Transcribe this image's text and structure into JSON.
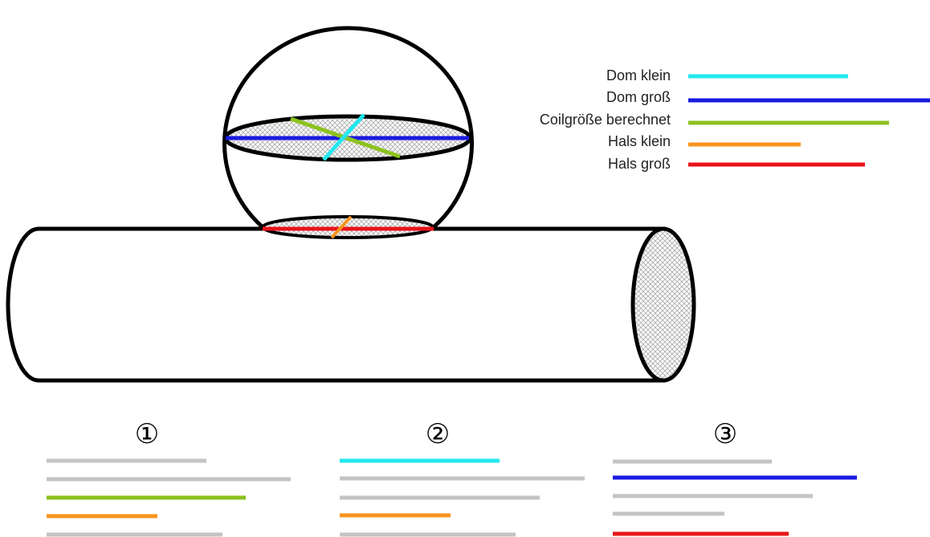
{
  "colors": {
    "dom_klein": "#22e8ef",
    "dom_gross": "#1a1ae0",
    "coil": "#8dc21f",
    "hals_klein": "#f7941d",
    "hals_gross": "#e8141a",
    "inactive": "#c4c4c4",
    "outline": "#000000",
    "hatch": "#d6d6d6"
  },
  "legend": [
    {
      "label": "Dom klein",
      "color_key": "dom_klein",
      "relative_length": 0.6
    },
    {
      "label": "Dom groß",
      "color_key": "dom_gross",
      "relative_length": 1.0
    },
    {
      "label": "Coilgröße berechnet",
      "color_key": "coil",
      "relative_length": 0.85
    },
    {
      "label": "Hals klein",
      "color_key": "hals_klein",
      "relative_length": 0.45
    },
    {
      "label": "Hals groß",
      "color_key": "hals_gross",
      "relative_length": 0.75
    }
  ],
  "panels": [
    {
      "label": "①",
      "highlight": [
        "coil",
        "hals_klein"
      ]
    },
    {
      "label": "②",
      "highlight": [
        "dom_klein",
        "hals_klein"
      ]
    },
    {
      "label": "③",
      "highlight": [
        "dom_gross",
        "hals_gross"
      ]
    }
  ]
}
